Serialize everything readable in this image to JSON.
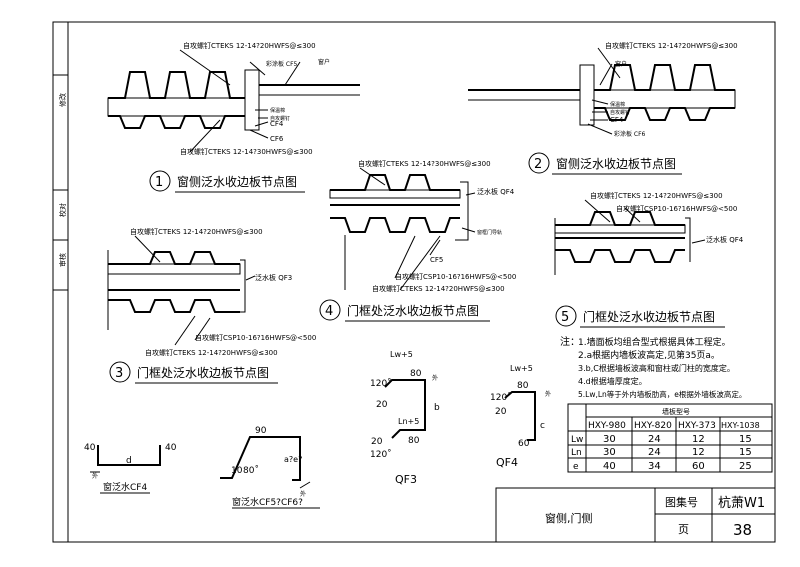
{
  "side_labels": [
    "修改",
    "校对",
    "审核"
  ],
  "details": [
    {
      "num": "1",
      "title": "窗侧泛水收边板节点图",
      "labels": [
        "自攻螺钉CTEKS  12-14?20HWFS@≤300",
        "彩涂板 CF5",
        "窗户",
        "保温棉",
        "自攻螺钉",
        "CF4",
        "CF6",
        "自攻螺钉CTEKS  12-14?30HWFS@≤300"
      ]
    },
    {
      "num": "2",
      "title": "窗侧泛水收边板节点图",
      "labels": [
        "自攻螺钉CTEKS  12-14?20HWFS@≤300",
        "窗户",
        "保温棉",
        "自攻螺钉",
        "CF4",
        "彩涂板 CF6"
      ]
    },
    {
      "num": "3",
      "title": "门框处泛水收边板节点图",
      "labels": [
        "自攻螺钉CTEKS  12-14?20HWFS@≤300",
        "泛水板 QF3",
        "自攻螺钉CSP10-16?16HWFS@<500",
        "自攻螺钉CTEKS  12-14?20HWFS@≤300"
      ]
    },
    {
      "num": "4",
      "title": "门框处泛水收边板节点图",
      "labels": [
        "自攻螺钉CTEKS  12-14?30HWFS@≤300",
        "泛水板 QF4",
        "窗框门导轨",
        "CF5",
        "自攻螺钉CSP10-16?16HWFS@<500",
        "自攻螺钉CTEKS  12-14?20HWFS@≤300"
      ]
    },
    {
      "num": "5",
      "title": "门框处泛水收边板节点图",
      "labels": [
        "自攻螺钉CTEKS  12-14?20HWFS@≤300",
        "自攻螺钉CSP10-16?16HWFS@<500",
        "泛水板 QF4"
      ]
    }
  ],
  "notes": {
    "head": "注：",
    "items": [
      "1.墙面板均组合型式根据具体工程定。",
      "2.a根据内墙板波高定,见第35页a。",
      "3.b,C根据墙板波高和窗柱或门柱的宽度定。",
      "4.d根据墙厚度定。",
      "5.Lw,Ln等于外内墙板肋高，e根据外墙板波高定。"
    ]
  },
  "table": {
    "header_title": "墙板型号",
    "columns": [
      "HXY-980",
      "HXY-820",
      "HXY-373",
      "HXY-1038"
    ],
    "rows": [
      {
        "label": "Lw",
        "values": [
          "30",
          "24",
          "12",
          "15"
        ]
      },
      {
        "label": "Ln",
        "values": [
          "30",
          "24",
          "12",
          "15"
        ]
      },
      {
        "label": "e",
        "values": [
          "40",
          "34",
          "60",
          "25"
        ]
      }
    ]
  },
  "profiles": {
    "cf4": {
      "name": "窗泛水CF4",
      "dims": [
        "40",
        "40",
        "d"
      ],
      "mark": "外"
    },
    "cf56": {
      "name": "窗泛水CF5?CF6?",
      "dims": [
        "90",
        "10",
        "80˚",
        "a?e?"
      ],
      "mark": "外"
    },
    "qf3": {
      "name": "QF3",
      "dims": [
        "Lw+5",
        "80",
        "120˚",
        "20",
        "b",
        "Ln+5",
        "80",
        "20",
        "120˚"
      ],
      "mark": "外"
    },
    "qf4": {
      "name": "QF4",
      "dims": [
        "Lw+5",
        "80",
        "120˚",
        "20",
        "c",
        "60"
      ],
      "mark": "外"
    }
  },
  "title_block": {
    "description": "窗侧,门侧",
    "set_label": "图集号",
    "set_value": "杭萧W1",
    "page_label": "页",
    "page_value": "38"
  }
}
